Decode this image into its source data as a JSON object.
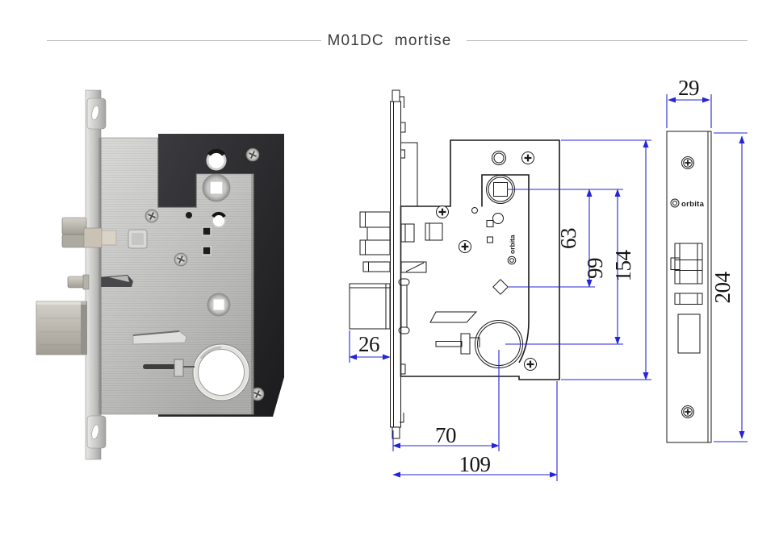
{
  "header": {
    "model": "M01DC",
    "product": "mortise"
  },
  "brand": {
    "logo_text": "orbita"
  },
  "side_view": {
    "dim_deadbolt_throw": "26",
    "dim_backset": "70",
    "dim_case_depth": "109",
    "dim_hub_to_turn": "63",
    "dim_hub_to_cylinder": "99",
    "dim_case_height": "154"
  },
  "front_view": {
    "dim_faceplate_width": "29",
    "dim_faceplate_height": "204"
  },
  "colors": {
    "dimension_line": "#2424d8",
    "drawing_line": "#1a1a1a",
    "background": "#ffffff"
  }
}
